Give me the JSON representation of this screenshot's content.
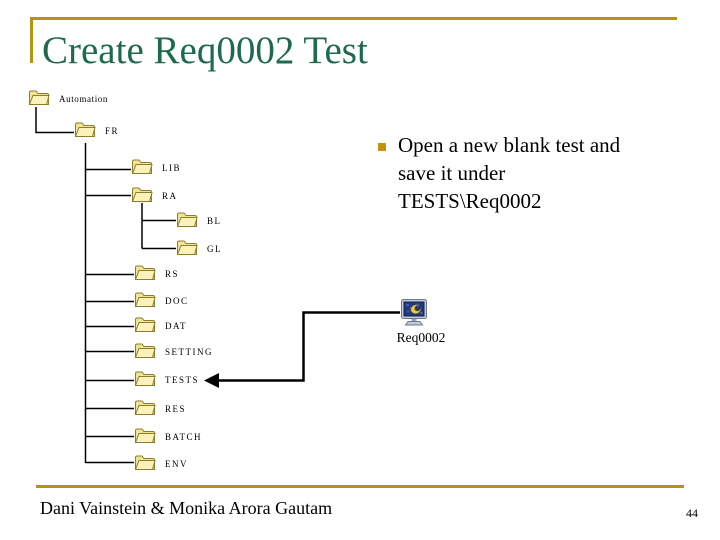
{
  "slide": {
    "title": "Create Req0002 Test",
    "bullet": {
      "lines": [
        "Open a new blank test and",
        "save it under",
        "TESTS\\Req0002"
      ]
    },
    "tree": {
      "nodes": [
        {
          "id": "automation",
          "label": "Automation",
          "parent": null
        },
        {
          "id": "fr",
          "label": "FR",
          "parent": "automation"
        },
        {
          "id": "lib",
          "label": "LIB",
          "parent": "fr"
        },
        {
          "id": "ra",
          "label": "RA",
          "parent": "fr"
        },
        {
          "id": "bl",
          "label": "BL",
          "parent": "ra"
        },
        {
          "id": "gl",
          "label": "GL",
          "parent": "ra"
        },
        {
          "id": "rs",
          "label": "RS",
          "parent": "fr"
        },
        {
          "id": "doc",
          "label": "DOC",
          "parent": "fr"
        },
        {
          "id": "dat",
          "label": "DAT",
          "parent": "fr"
        },
        {
          "id": "setting",
          "label": "SETTING",
          "parent": "fr"
        },
        {
          "id": "tests",
          "label": "TESTS",
          "parent": "fr"
        },
        {
          "id": "res",
          "label": "RES",
          "parent": "fr"
        },
        {
          "id": "batch",
          "label": "BATCH",
          "parent": "fr"
        },
        {
          "id": "env",
          "label": "ENV",
          "parent": "fr"
        }
      ],
      "folder_icon": "folder-icon"
    },
    "annotation": {
      "icon": "test-monitor-icon",
      "label": "Req0002",
      "arrow_target": "TESTS"
    },
    "footer": {
      "authors": "Dani Vainstein & Monika Arora Gautam",
      "page_number": "44"
    },
    "colors": {
      "title_green": "#1e6b4c",
      "accent_gold": "#b5940f",
      "folder_fill": "#f6eda5",
      "connector_black": "#000000"
    }
  }
}
